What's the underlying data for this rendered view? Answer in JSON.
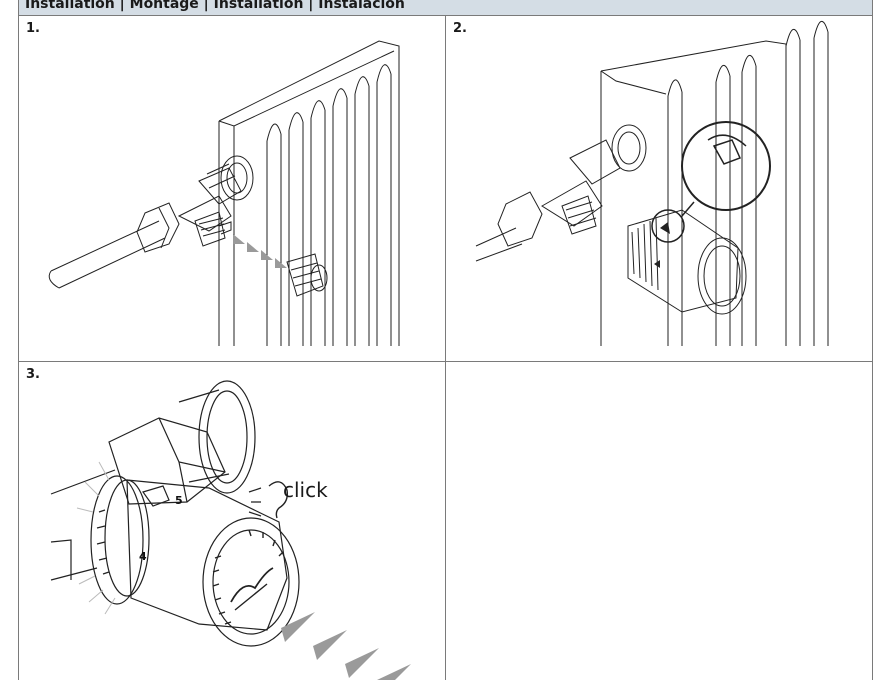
{
  "header": {
    "title": "Installation | Montage | Installation | Instalación"
  },
  "steps": [
    {
      "label": "1."
    },
    {
      "label": "2."
    },
    {
      "label": "3."
    }
  ],
  "step3": {
    "sound_label": "click"
  },
  "dial_marks": [
    "5",
    "4"
  ]
}
